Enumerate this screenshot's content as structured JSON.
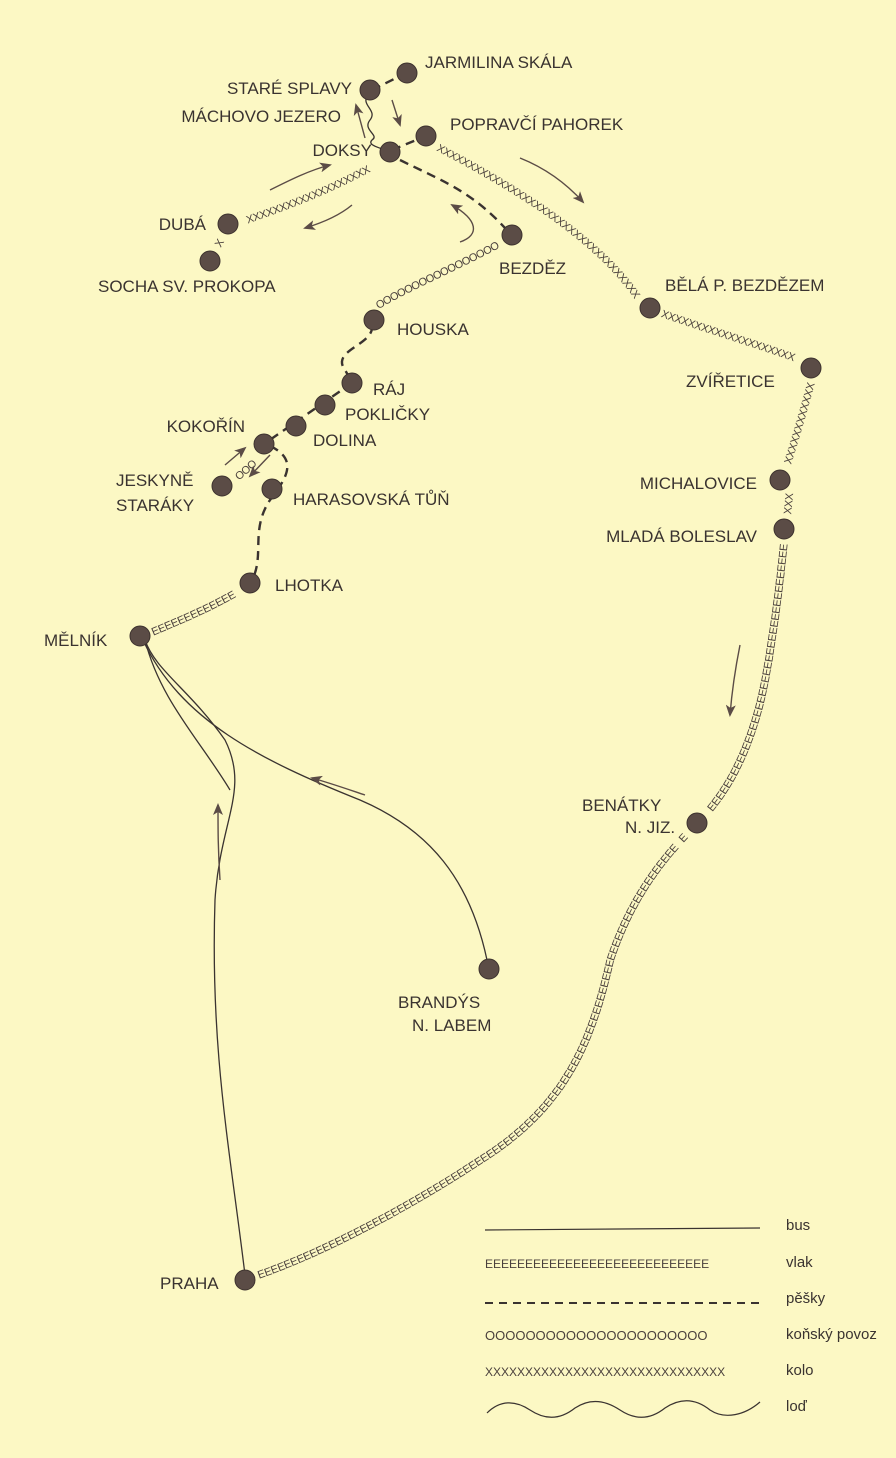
{
  "colors": {
    "background": "#fcf8c4",
    "node": "#5b4c46",
    "line": "#3a3330"
  },
  "places": {
    "jarmilina_skala": "JARMILINA SKÁLA",
    "stare_splavy": "STARÉ SPLAVY",
    "machovo_jezero": "MÁCHOVO JEZERO",
    "doksy": "DOKSY",
    "popravci_pahorek": "POPRAVČÍ PAHOREK",
    "duba": "DUBÁ",
    "socha_sv_prokopa": "SOCHA SV. PROKOPA",
    "bezdez": "BEZDĚZ",
    "bela": "BĚLÁ P. BEZDĚZEM",
    "zviretice": "ZVÍŘETICE",
    "michalovice": "MICHALOVICE",
    "mlada_boleslav": "MLADÁ BOLESLAV",
    "benatky_1": "BENÁTKY",
    "benatky_2": "N. JIZ.",
    "houska": "HOUSKA",
    "raj": "RÁJ",
    "poklicky": "POKLIČKY",
    "dolina": "DOLINA",
    "kokorin": "KOKOŘÍN",
    "jeskyne_1": "JESKYNĚ",
    "jeskyne_2": "STARÁKY",
    "harasovska": "HARASOVSKÁ TŮŇ",
    "lhotka": "LHOTKA",
    "melnik": "MĚLNÍK",
    "brandys_1": "BRANDÝS",
    "brandys_2": "N. LABEM",
    "praha": "PRAHA"
  },
  "patterns": {
    "vlak": "E",
    "kolo": "X",
    "povoz": "O"
  },
  "legend": [
    {
      "label": "bus",
      "style": "solid"
    },
    {
      "label": "vlak",
      "style": "E"
    },
    {
      "label": "pěšky",
      "style": "dashed"
    },
    {
      "label": "koňský povoz",
      "style": "O"
    },
    {
      "label": "kolo",
      "style": "X"
    },
    {
      "label": "loď",
      "style": "wave"
    }
  ]
}
